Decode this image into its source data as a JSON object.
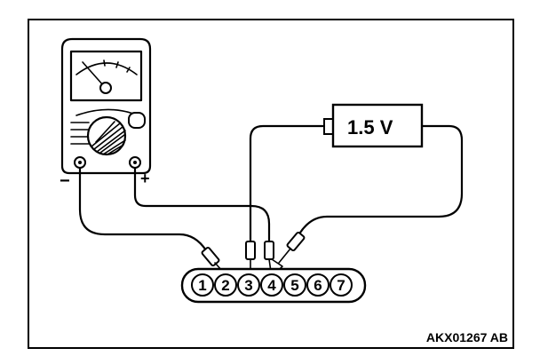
{
  "battery": {
    "label": "1.5 V"
  },
  "meter": {
    "negative_sign": "−",
    "positive_sign": "+"
  },
  "connector": {
    "pins": [
      "1",
      "2",
      "3",
      "4",
      "5",
      "6",
      "7"
    ]
  },
  "figure_code": "AKX01267 AB"
}
